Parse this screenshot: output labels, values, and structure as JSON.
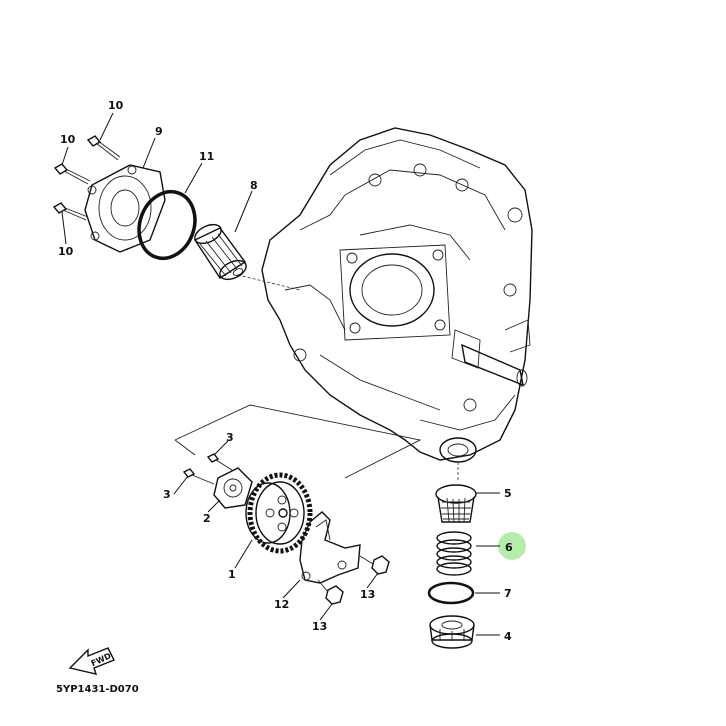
{
  "diagram": {
    "code": "5YP1431-D070",
    "fwd_label": "FWD",
    "highlight_color": "#9be58c",
    "labels": [
      {
        "id": "l10a",
        "text": "10"
      },
      {
        "id": "l10b",
        "text": "10"
      },
      {
        "id": "l10c",
        "text": "10"
      },
      {
        "id": "l9",
        "text": "9"
      },
      {
        "id": "l11",
        "text": "11"
      },
      {
        "id": "l8",
        "text": "8"
      },
      {
        "id": "l3a",
        "text": "3"
      },
      {
        "id": "l3b",
        "text": "3"
      },
      {
        "id": "l2",
        "text": "2"
      },
      {
        "id": "l1",
        "text": "1"
      },
      {
        "id": "l12",
        "text": "12"
      },
      {
        "id": "l13a",
        "text": "13"
      },
      {
        "id": "l13b",
        "text": "13"
      },
      {
        "id": "l5",
        "text": "5"
      },
      {
        "id": "l6",
        "text": "6"
      },
      {
        "id": "l7",
        "text": "7"
      },
      {
        "id": "l4",
        "text": "4"
      }
    ]
  }
}
